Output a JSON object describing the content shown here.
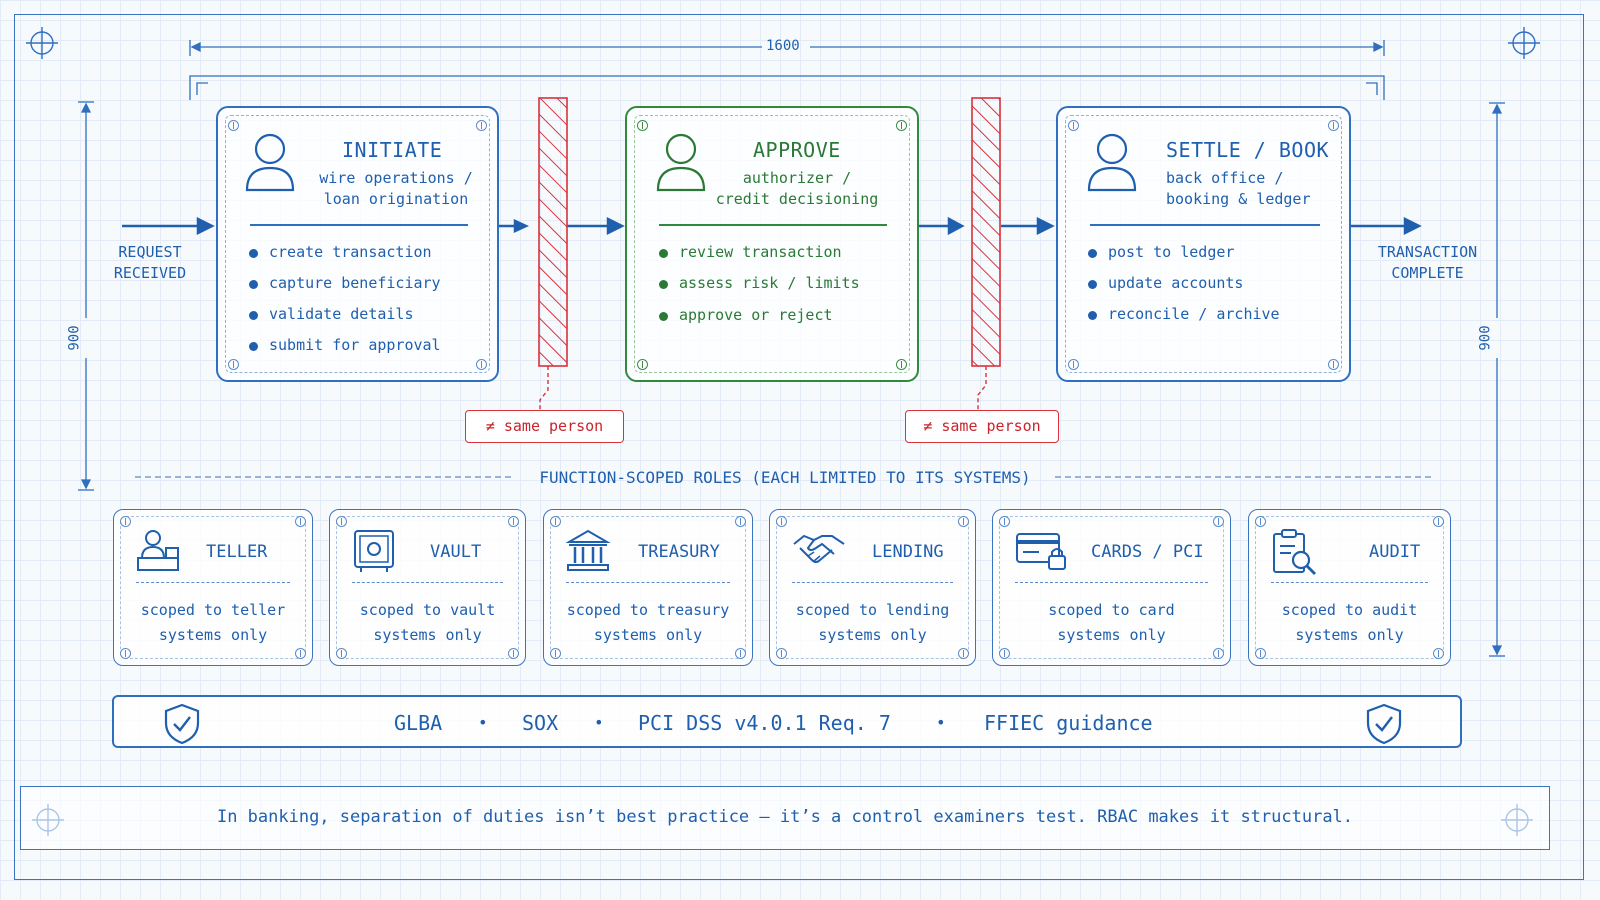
{
  "dimension_labels": {
    "width": "1600",
    "height_left": "900",
    "height_right": "900"
  },
  "flow": {
    "start_label_line1": "REQUEST",
    "start_label_line2": "RECEIVED",
    "end_label_line1": "TRANSACTION",
    "end_label_line2": "COMPLETE"
  },
  "stages": [
    {
      "title": "INITIATE",
      "subtitle_line1": "wire operations /",
      "subtitle_line2": "loan origination",
      "bullets": [
        "create transaction",
        "capture beneficiary",
        "validate details",
        "submit for approval"
      ],
      "color": "#1f5fae"
    },
    {
      "title": "APPROVE",
      "subtitle_line1": "authorizer /",
      "subtitle_line2": "credit decisioning",
      "bullets": [
        "review transaction",
        "assess risk / limits",
        "approve or reject"
      ],
      "color": "#2a7a35"
    },
    {
      "title": "SETTLE / BOOK",
      "subtitle_line1": "back office /",
      "subtitle_line2": "booking & ledger",
      "bullets": [
        "post to ledger",
        "update accounts",
        "reconcile / archive"
      ],
      "color": "#1f5fae"
    }
  ],
  "barriers": [
    {
      "label": "≠ same person",
      "color": "#d8333b"
    },
    {
      "label": "≠ same person",
      "color": "#d8333b"
    }
  ],
  "roles_heading": "FUNCTION-SCOPED ROLES (EACH LIMITED TO ITS SYSTEMS)",
  "roles": [
    {
      "name": "TELLER",
      "icon": "teller-icon",
      "desc_line1": "scoped to teller",
      "desc_line2": "systems only"
    },
    {
      "name": "VAULT",
      "icon": "safe-icon",
      "desc_line1": "scoped to vault",
      "desc_line2": "systems only"
    },
    {
      "name": "TREASURY",
      "icon": "bank-icon",
      "desc_line1": "scoped to treasury",
      "desc_line2": "systems only"
    },
    {
      "name": "LENDING",
      "icon": "handshake-icon",
      "desc_line1": "scoped to lending",
      "desc_line2": "systems only"
    },
    {
      "name": "CARDS / PCI",
      "icon": "credit-card-lock-icon",
      "desc_line1": "scoped to card",
      "desc_line2": "systems only"
    },
    {
      "name": "AUDIT",
      "icon": "clipboard-search-icon",
      "desc_line1": "scoped to audit",
      "desc_line2": "systems only"
    }
  ],
  "regulations": {
    "items": [
      "GLBA",
      "SOX",
      "PCI DSS v4.0.1 Req. 7",
      "FFIEC guidance"
    ],
    "separator": "•"
  },
  "footer": "In banking, separation of duties isn’t best practice — it’s a control examiners test. RBAC makes it structural.",
  "colors": {
    "primary": "#1f5fae",
    "approve": "#2a7a35",
    "barrier": "#d8333b",
    "grid": "#e3ecf6"
  }
}
